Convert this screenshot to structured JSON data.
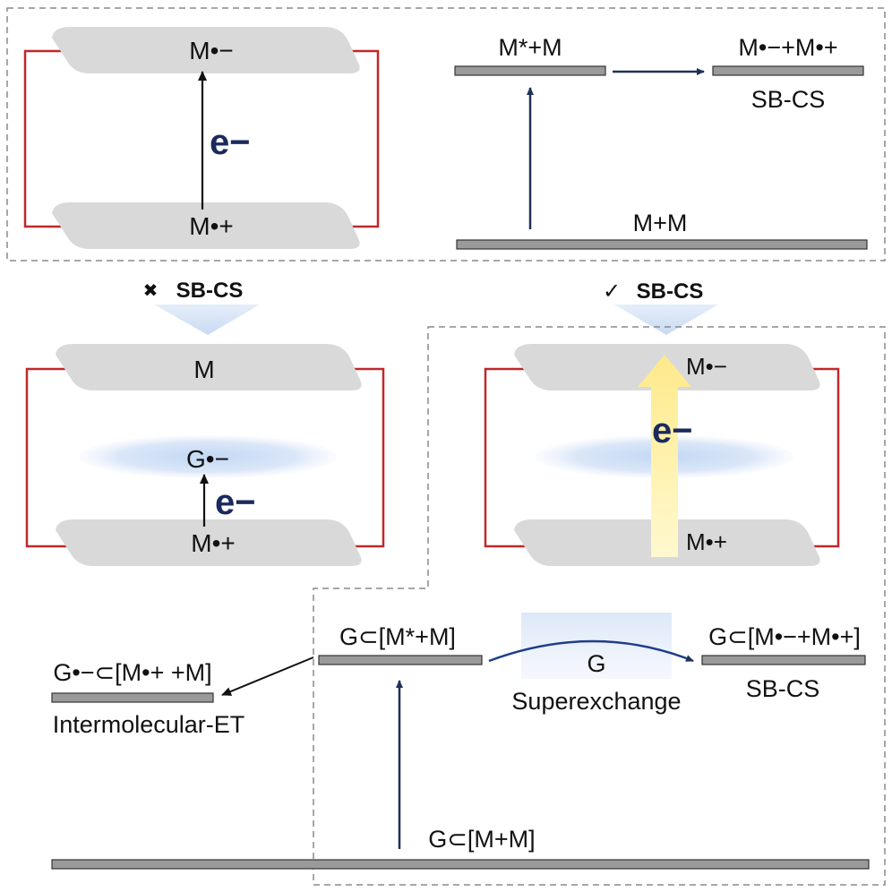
{
  "colors": {
    "plate": "#d9d9d9",
    "bracket": "#c0282a",
    "arrow_dark": "#1f3157",
    "electron": "#1a2a5e",
    "level_fill": "#9a9a9a",
    "dash": "#8a8a8a",
    "blue_ellipse": "#c8dcf5",
    "transition_arrow": "#d6e3f6",
    "glow": "#fff3b0"
  },
  "top_left": {
    "top_plate": "M•−",
    "bottom_plate": "M•+",
    "electron": "e−"
  },
  "top_right": {
    "excited_level": "M*+M",
    "cs_level": "M•−+M•+",
    "cs_caption": "SB-CS",
    "ground_level": "M+M"
  },
  "transitions": {
    "left": {
      "symbol": "✖",
      "label": "SB-CS"
    },
    "right": {
      "symbol": "✓",
      "label": "SB-CS"
    }
  },
  "mid_left": {
    "top_plate": "M",
    "guest": "G•−",
    "electron": "e−",
    "bottom_plate": "M•+"
  },
  "mid_right": {
    "top_plate": "M•−",
    "electron": "e−",
    "bottom_plate": "M•+"
  },
  "bottom": {
    "excited_level": "G⊂[M*+M]",
    "inter_level": "G•−⊂[M•+ +M]",
    "inter_caption": "Intermolecular-ET",
    "guest_label": "G",
    "superexchange": "Superexchange",
    "cs_level": "G⊂[M•−+M•+]",
    "cs_caption": "SB-CS",
    "ground_level": "G⊂[M+M]"
  }
}
